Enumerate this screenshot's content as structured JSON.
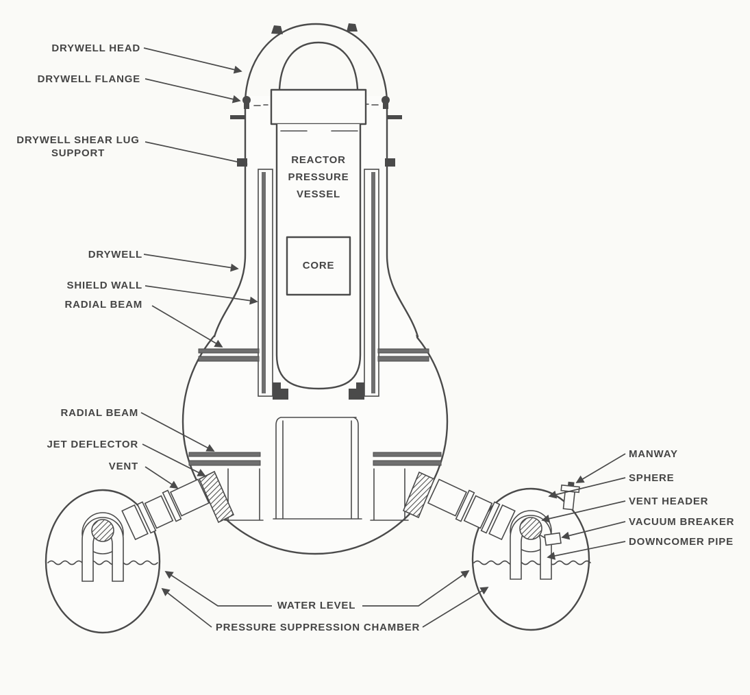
{
  "diagram": {
    "labels": {
      "drywell_head": "DRYWELL HEAD",
      "drywell_flange": "DRYWELL FLANGE",
      "drywell_shear_lug_support": "DRYWELL SHEAR LUG SUPPORT",
      "reactor_pressure_vessel": "REACTOR PRESSURE VESSEL",
      "core": "CORE",
      "drywell": "DRYWELL",
      "shield_wall": "SHIELD WALL",
      "radial_beam_upper": "RADIAL BEAM",
      "radial_beam_lower": "RADIAL BEAM",
      "jet_deflector": "JET DEFLECTOR",
      "vent": "VENT",
      "manway": "MANWAY",
      "sphere": "SPHERE",
      "vent_header": "VENT HEADER",
      "vacuum_breaker": "VACUUM BREAKER",
      "downcomer_pipe": "DOWNCOMER PIPE",
      "water_level": "WATER LEVEL",
      "pressure_suppression_chamber": "PRESSURE SUPPRESSION CHAMBER"
    },
    "colors": {
      "ink": "#4a4a4a",
      "paper": "#fafaf7",
      "beam_fill": "#6f6f6f"
    }
  }
}
